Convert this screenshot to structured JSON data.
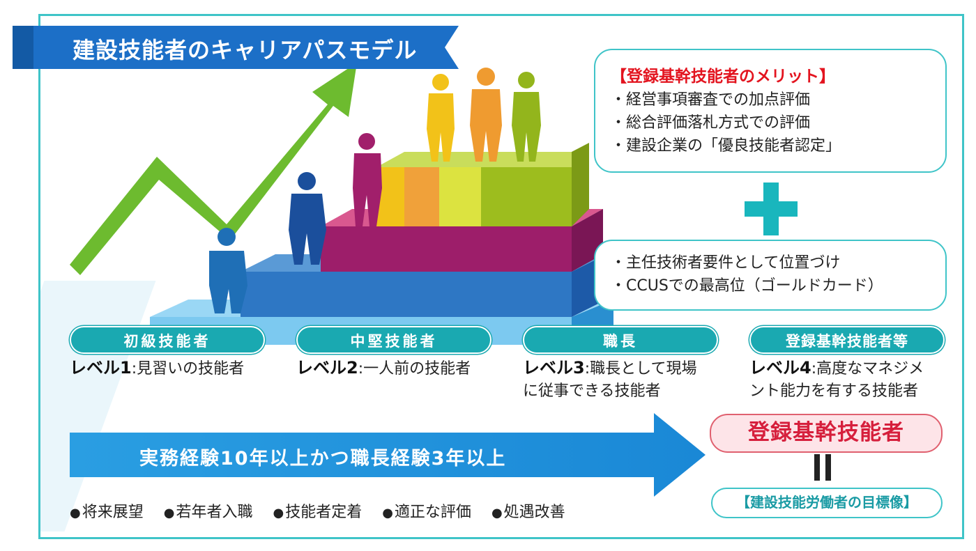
{
  "title": "建設技能者のキャリアパスモデル",
  "colors": {
    "teal": "#1aa9b1",
    "frame": "#3fc4c8",
    "blue_ribbon": "#1c6fc7",
    "red_text": "#e3141f",
    "green_arrow": "#6dbb2f"
  },
  "merits": {
    "title": "【登録基幹技能者のメリット】",
    "items": [
      "・経営事項審査での加点評価",
      "・総合評価落札方式での評価",
      "・建設企業の「優良技能者認定」"
    ]
  },
  "plus_icon": "plus-icon",
  "certification": {
    "items": [
      "・主任技術者要件として位置づけ",
      "・CCUSでの最高位（ゴールドカード）"
    ]
  },
  "levels": [
    {
      "name": "初級技能者",
      "level": "レベル1",
      "desc": ":見習いの技能者"
    },
    {
      "name": "中堅技能者",
      "level": "レベル2",
      "desc": ":一人前の技能者"
    },
    {
      "name": "職長",
      "level": "レベル3",
      "desc": ":職長として現場",
      "desc2": "に従事できる技能者"
    },
    {
      "name": "登録基幹技能者等",
      "level": "レベル4",
      "desc": ":高度なマネジメ",
      "desc2": "ント能力を有する技能者"
    }
  ],
  "experience": "実務経験10年以上かつ職長経験3年以上",
  "goals": [
    "将来展望",
    "若年者入職",
    "技能者定着",
    "適正な評価",
    "処遇改善"
  ],
  "registered": "登録基幹技能者",
  "target": "【建設技能労働者の目標像】"
}
